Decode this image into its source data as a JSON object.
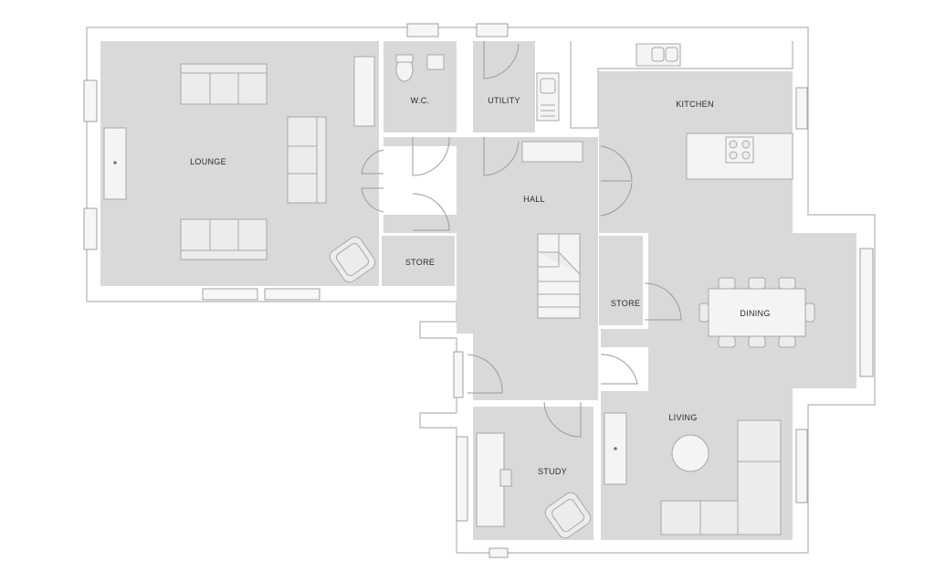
{
  "rooms": {
    "lounge": "LOUNGE",
    "wc": "W.C.",
    "utility": "UTILITY",
    "kitchen": "KITCHEN",
    "hall": "HALL",
    "store_left": "STORE",
    "store_center": "STORE",
    "dining": "DINING",
    "living": "LIVING",
    "study": "STUDY"
  },
  "colors": {
    "floor": "#d9d9d9",
    "wall_outline": "#b5b5b5",
    "furniture": "#ececec",
    "label_text": "#2b2b2b"
  }
}
